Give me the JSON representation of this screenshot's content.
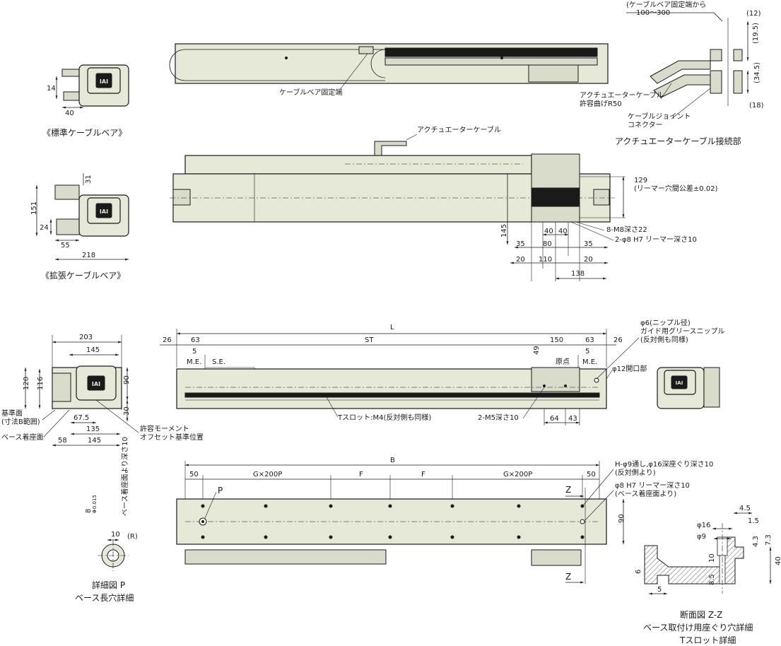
{
  "views": {
    "standard_bear": {
      "caption": "《標準ケーブルベア》",
      "dim_14": "14",
      "dim_40": "40"
    },
    "extended_bear": {
      "caption": "《拡張ケーブルベア》",
      "dim_151": "151",
      "dim_31": "31",
      "dim_24": "24",
      "dim_55": "55",
      "dim_218": "218"
    },
    "logo": "IAI",
    "top_view": {
      "label_cable_fixed": "ケーブルベア固定端"
    },
    "connection": {
      "note_from_fixed_line1": "(ケーブルベア固定端から",
      "note_from_fixed_line2": "100～300",
      "dim_12": "(12)",
      "dim_19_5": "(19.5)",
      "dim_34_5": "(34.5)",
      "dim_18": "(18)",
      "actuator_cable_line1": "アクチュエーターケーブル",
      "actuator_cable_line2": "許容曲げR50",
      "joint_line1": "ケーブルジョイント",
      "joint_line2": "コネクター",
      "title": "アクチュエーターケーブル接続部"
    },
    "plan_view": {
      "actuator_cable": "アクチュエーターケーブル",
      "dim_129": "129",
      "reamer_tolerance": "(リーマー穴間公差±0.02)",
      "dim_145": "145",
      "dim_40a": "40",
      "dim_40b": "40",
      "dim_35a": "35",
      "dim_80": "80",
      "dim_35b": "35",
      "dim_20a": "20",
      "dim_110": "110",
      "dim_20b": "20",
      "dim_138": "138",
      "note_m8": "8-M8深さ22",
      "note_phi8": "2-φ8 H7 リーマー深さ10"
    },
    "side_view": {
      "dim_L": "L",
      "dim_26a": "26",
      "dim_63a": "63",
      "dim_ST": "ST",
      "dim_150": "150",
      "dim_63b": "63",
      "dim_26b": "26",
      "dim_5a": "5",
      "dim_5b": "5",
      "me_left": "M.E.",
      "se": "S.E.",
      "origin": "原点",
      "me_right": "M.E.",
      "dim_49": "49",
      "nipple_line1": "φ6(ニップル径)",
      "nipple_line2": "ガイド用グリースニップル",
      "nipple_line3": "(反対側も同様)",
      "opening": "φ12開口部",
      "t_slot": "Tスロット:M4(反対側も同様)",
      "m5": "2-M5深さ10",
      "dim_64": "64",
      "dim_43": "43"
    },
    "end_view": {
      "dim_203": "203",
      "dim_145a": "145",
      "dim_120": "120",
      "dim_116": "116",
      "dim_90": "90",
      "dim_30": "30",
      "dim_67_5": "67.5",
      "dim_135": "135",
      "dim_58": "58",
      "dim_145b": "145",
      "ref_face_line1": "基準面",
      "ref_face_line2": "(寸法B範囲)",
      "base_face": "ベース着座面",
      "moment_line1": "許容モーメント",
      "moment_line2": "オフセット基準位置"
    },
    "bottom_view": {
      "dim_B": "B",
      "dim_50a": "50",
      "gx200p_a": "G×200P",
      "f_a": "F",
      "f_b": "F",
      "gx200p_b": "G×200P",
      "dim_50b": "50",
      "holes_line1": "H-φ9通し,φ16深座ぐり深さ10",
      "holes_line2": "(反対側より)",
      "reamer_line1": "φ8 H7 リーマー深さ10",
      "reamer_line2": "(ベース着座面より)",
      "p_label": "P",
      "z_top": "Z",
      "z_bottom": "Z",
      "dim_90": "90"
    },
    "detail_p": {
      "dim_8": "8",
      "tol_upper": "+0.015",
      "tol_lower": "0",
      "depth_note": "ベース着座面より深さ10",
      "dim_10": "10",
      "r_label": "(R)",
      "title_line1": "詳細図 P",
      "title_line2": "ベース長穴詳細"
    },
    "section_zz": {
      "dim_4_5": "4.5",
      "dim_1_5": "1.5",
      "phi16": "φ16",
      "phi9": "φ9",
      "dim_4_3": "4.3",
      "dim_7_3": "7.3",
      "dim_10": "10",
      "dim_6": "6",
      "dim_40": "40",
      "dim_8_5": "8.5",
      "dim_5": "5",
      "title_line1": "断面図 Z-Z",
      "title_line2": "ベース取付け用座ぐり穴詳細",
      "title_line3": "Tスロット詳細"
    }
  }
}
